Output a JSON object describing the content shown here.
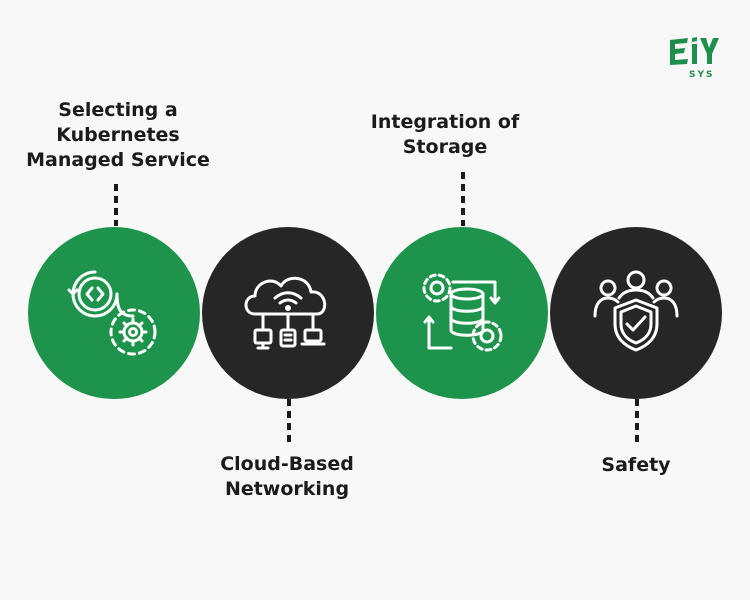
{
  "brand": {
    "logo_text": "EIY",
    "logo_subtext": "SYS"
  },
  "colors": {
    "green": "#1e934c",
    "dark": "#262626",
    "text": "#1b1b1b",
    "background": "#f7f8f7"
  },
  "items": [
    {
      "label": "Selecting a\nKubernetes\nManaged Service",
      "icon": "code-gear-cycle-icon",
      "circle": "green",
      "label_position": "top"
    },
    {
      "label": "Cloud-Based\nNetworking",
      "icon": "cloud-network-icon",
      "circle": "dark",
      "label_position": "bottom"
    },
    {
      "label": "Integration of\nStorage",
      "icon": "database-gears-icon",
      "circle": "green",
      "label_position": "top"
    },
    {
      "label": "Safety",
      "icon": "shield-users-icon",
      "circle": "dark",
      "label_position": "bottom"
    }
  ]
}
